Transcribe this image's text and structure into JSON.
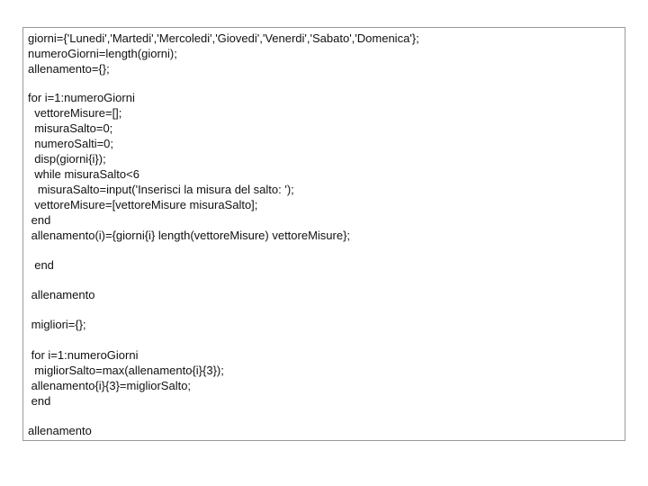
{
  "code": {
    "lines": [
      "giorni={'Lunedi','Martedi','Mercoledi','Giovedi','Venerdi','Sabato','Domenica'};",
      "numeroGiorni=length(giorni);",
      "allenamento={};",
      "for i=1:numeroGiorni",
      "  vettoreMisure=[];",
      "  misuraSalto=0;",
      "  numeroSalti=0;",
      "  disp(giorni{i});",
      "  while misuraSalto<6",
      "   misuraSalto=input('Inserisci la misura del salto: ');",
      "  vettoreMisure=[vettoreMisure misuraSalto];",
      " end",
      " allenamento(i)={giorni{i} length(vettoreMisure) vettoreMisure};",
      "  end",
      " allenamento",
      " migliori={};",
      " for i=1:numeroGiorni",
      "  migliorSalto=max(allenamento{i}{3});",
      " allenamento{i}{3}=migliorSalto;",
      " end",
      "allenamento"
    ]
  }
}
